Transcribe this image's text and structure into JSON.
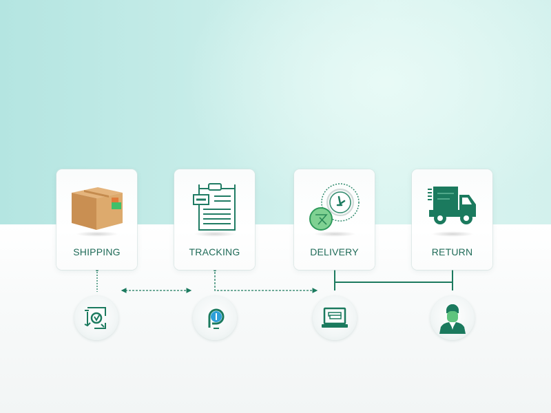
{
  "colors": {
    "brand_green": "#1b7a5e",
    "light_green": "#5fc47e",
    "label_text": "#1f6b58",
    "teal_background": "#c8ede9",
    "box_cardboard": "#d29a5c"
  },
  "cards": [
    {
      "label": "SHIPPING",
      "icon": "cardboard-box-icon"
    },
    {
      "label": "TRACKING",
      "icon": "clipboard-document-icon"
    },
    {
      "label": "DELIVERY",
      "icon": "clock-badge-icon"
    },
    {
      "label": "RETURN",
      "icon": "delivery-truck-icon"
    }
  ],
  "nodes": [
    {
      "icon": "scan-frame-icon"
    },
    {
      "icon": "location-pin-icon"
    },
    {
      "icon": "laptop-icon"
    },
    {
      "icon": "support-agent-icon"
    }
  ],
  "connectors": [
    {
      "type": "dashed-vertical",
      "from": "SHIPPING",
      "to": "node-1"
    },
    {
      "type": "dashed-double-arrow",
      "between": [
        "node-1",
        "node-2"
      ]
    },
    {
      "type": "dashed-elbow-arrow",
      "from": "TRACKING",
      "to": "node-3"
    },
    {
      "type": "solid-bracket",
      "between": [
        "DELIVERY",
        "RETURN"
      ]
    }
  ]
}
